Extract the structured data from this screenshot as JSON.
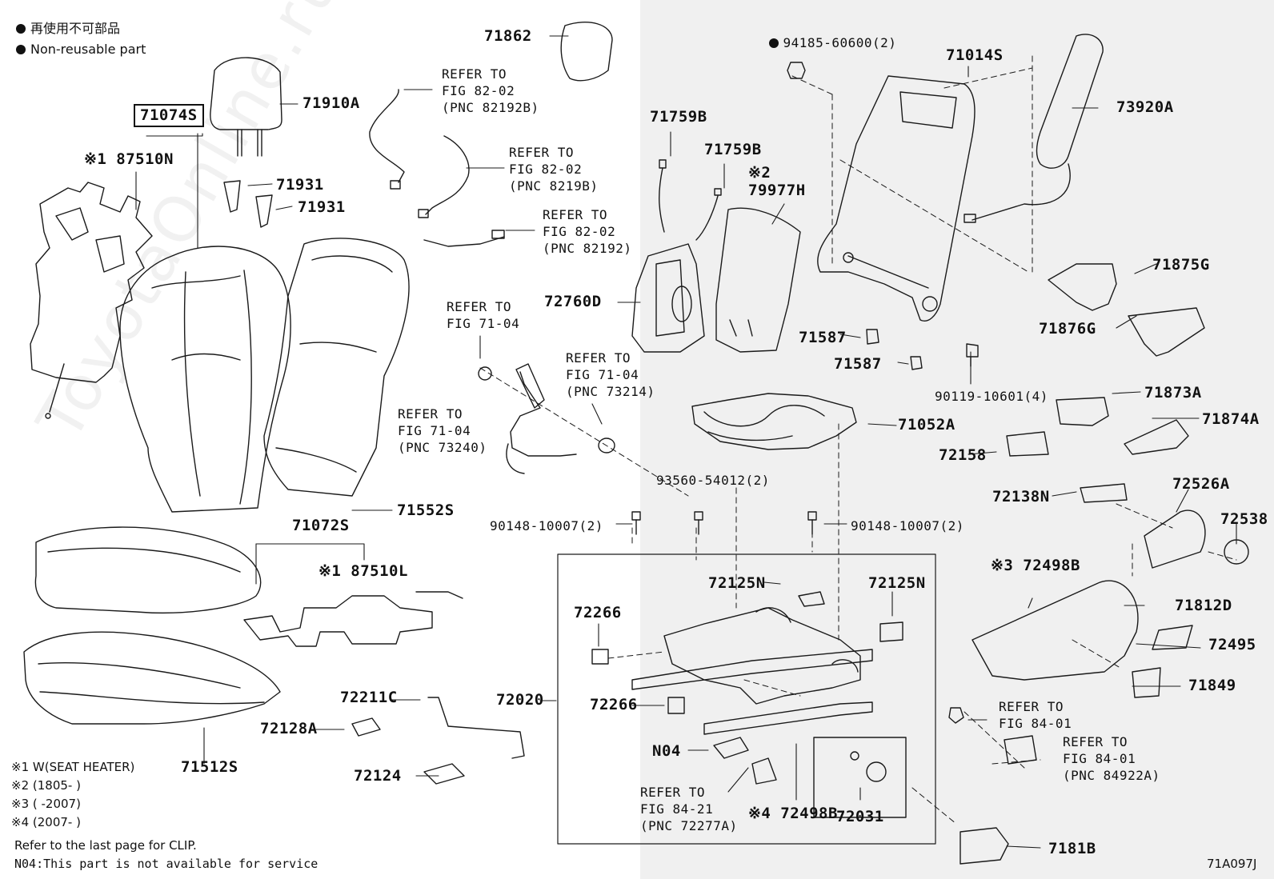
{
  "legend": {
    "line1": "再使用不可部品",
    "line2": "Non-reusable part"
  },
  "watermark": "ToyotaOnline.ru",
  "labels": {
    "p71074S": "71074S",
    "p71910A": "71910A",
    "p87510N": "※1 87510N",
    "p71931a": "71931",
    "p71931b": "71931",
    "p71862": "71862",
    "ref82192B": "REFER TO\nFIG 82-02\n(PNC 82192B)",
    "ref8219B": "REFER TO\nFIG 82-02\n(PNC 8219B)",
    "ref82192": "REFER TO\nFIG 82-02\n(PNC 82192)",
    "p94185": "94185-60600(2)",
    "p71014S": "71014S",
    "p73920A": "73920A",
    "p71759Ba": "71759B",
    "p71759Bb": "71759B",
    "p79977H": "※2\n79977H",
    "p72760D": "72760D",
    "ref7104": "REFER TO\nFIG 71-04",
    "ref73214": "REFER TO\nFIG 71-04\n(PNC 73214)",
    "ref73240": "REFER TO\nFIG 71-04\n(PNC 73240)",
    "p71552S": "71552S",
    "p71587a": "71587",
    "p71587b": "71587",
    "p71875G": "71875G",
    "p71876G": "71876G",
    "p90119": "90119-10601(4)",
    "p71873A": "71873A",
    "p71052A": "71052A",
    "p71874A": "71874A",
    "p72158": "72158",
    "p93560": "93560-54012(2)",
    "p72138N": "72138N",
    "p72526A": "72526A",
    "p72538": "72538",
    "p71072S": "71072S",
    "p90148a": "90148-10007(2)",
    "p90148b": "90148-10007(2)",
    "p87510L": "※1 87510L",
    "p72125Na": "72125N",
    "p72125Nb": "72125N",
    "p72498Ba": "※3 72498B",
    "p71812D": "71812D",
    "p72266a": "72266",
    "p72495": "72495",
    "p72211C": "72211C",
    "p72020": "72020",
    "p72266b": "72266",
    "p71849": "71849",
    "p72128A": "72128A",
    "p71512S": "71512S",
    "ref8401": "REFER TO\nFIG 84-01",
    "ref84922A": "REFER TO\nFIG 84-01\n(PNC 84922A)",
    "pN04": "N04",
    "p72124": "72124",
    "ref72277A": "REFER TO\nFIG 84-21\n(PNC 72277A)",
    "p72498Bb": "※4 72498B",
    "p72031": "72031",
    "p7181B": "7181B"
  },
  "notes": {
    "n1": "※1  W(SEAT HEATER)",
    "n2": "※2 (1805-      )",
    "n3": "※3 (      -2007)",
    "n4": "※4 (2007-      )",
    "clip": "Refer to the last page for CLIP.",
    "n04": "N04:This part is not available for service",
    "figcode": "71A097J"
  }
}
